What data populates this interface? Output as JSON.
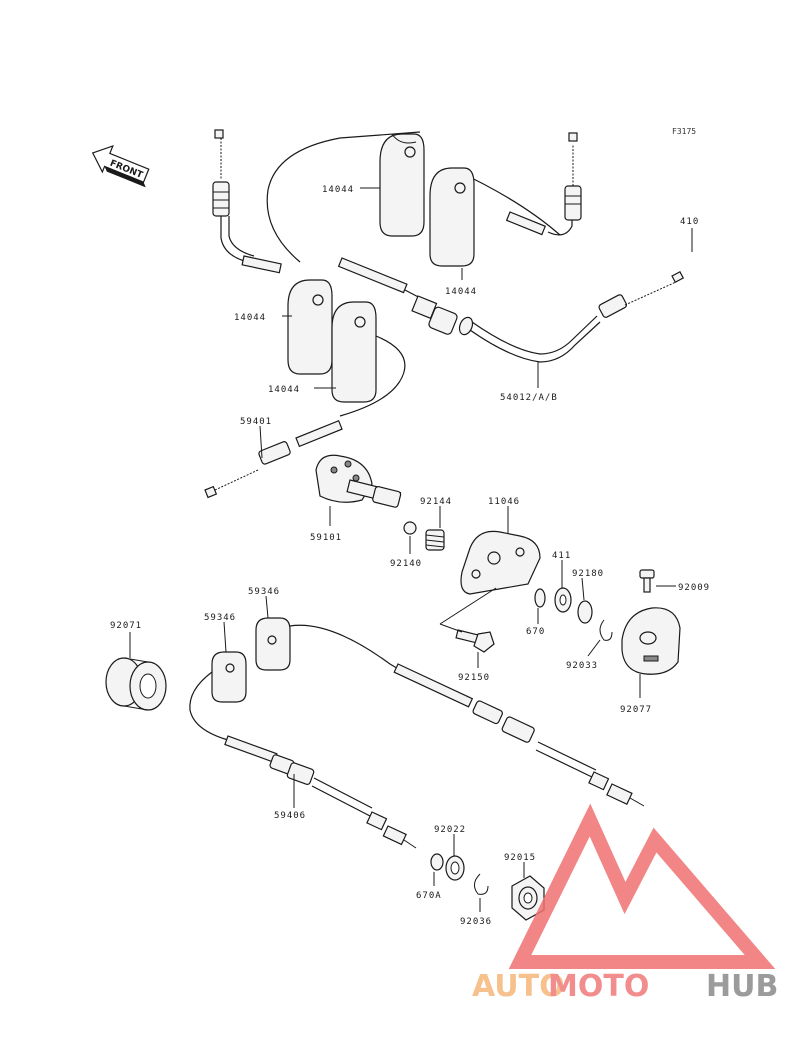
{
  "figure_code": "F3175",
  "front_label": "FRONT",
  "callouts": {
    "c14044_a": "14044",
    "c14044_b": "14044",
    "c14044_c": "14044",
    "c14044_d": "14044",
    "c410": "410",
    "c54012": "54012/A/B",
    "c59401": "59401",
    "c59101": "59101",
    "c92144": "92144",
    "c11046": "11046",
    "c92140": "92140",
    "c411": "411",
    "c92180": "92180",
    "c92009": "92009",
    "c670": "670",
    "c92033": "92033",
    "c92077": "92077",
    "c92150": "92150",
    "c92071": "92071",
    "c59346_a": "59346",
    "c59346_b": "59346",
    "c59406": "59406",
    "c92022": "92022",
    "c92015": "92015",
    "c670a": "670A",
    "c92036": "92036"
  },
  "watermark": {
    "auto": "AUTO",
    "moto": "MOTO",
    "hub": "HUB",
    "color_auto": "#f5b77a",
    "color_moto": "#f07a7a",
    "color_hub": "#8a8a8a",
    "triangle_color": "#f07070"
  }
}
